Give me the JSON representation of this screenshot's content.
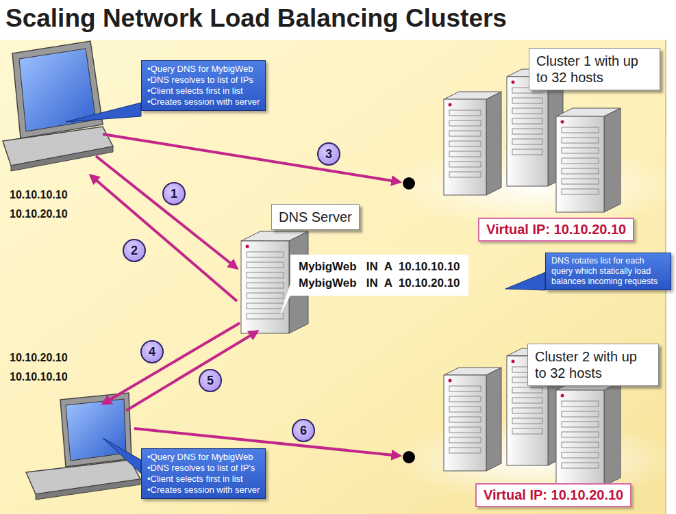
{
  "diagram": {
    "title": "Scaling Network Load Balancing Clusters",
    "nodes": [
      {
        "text": [
          "•Query DNS for MybigWeb",
          "•DNS resolves to list of IPs",
          "•Client selects first in list",
          "•Creates session with server"
        ]
      },
      {
        "text": [
          "Cluster 1 with up to 32 hosts"
        ]
      },
      {
        "text": [
          "3"
        ]
      },
      {
        "text": [
          "1"
        ]
      },
      {
        "text": [
          "DNS Server"
        ]
      },
      {
        "text": [
          "2"
        ]
      },
      {
        "text": [
          "MybigWeb   IN  A  10.10.10.10",
          "MybigWeb   IN  A  10.10.20.10"
        ]
      },
      {
        "text": [
          "DNS rotates list for each query which statically load balances incoming requests"
        ]
      },
      {
        "text": [
          "Virtual IP: 10.10.20.10"
        ]
      },
      {
        "text": [
          "4"
        ]
      },
      {
        "text": [
          "Cluster 2 with up to 32 hosts"
        ]
      },
      {
        "text": [
          "5"
        ]
      },
      {
        "text": [
          "6"
        ]
      },
      {
        "text": [
          "Virtual IP: 10.10.20.10"
        ]
      },
      {
        "text": [
          "•Query DNS for MybigWeb",
          "•DNS resolves to list of IP's",
          "•Client selects first in list",
          "•Creates session with server"
        ]
      }
    ],
    "labels": [
      "10.10.10.10",
      "10.10.20.10",
      "10.10.20.10",
      "10.10.10.10"
    ]
  }
}
